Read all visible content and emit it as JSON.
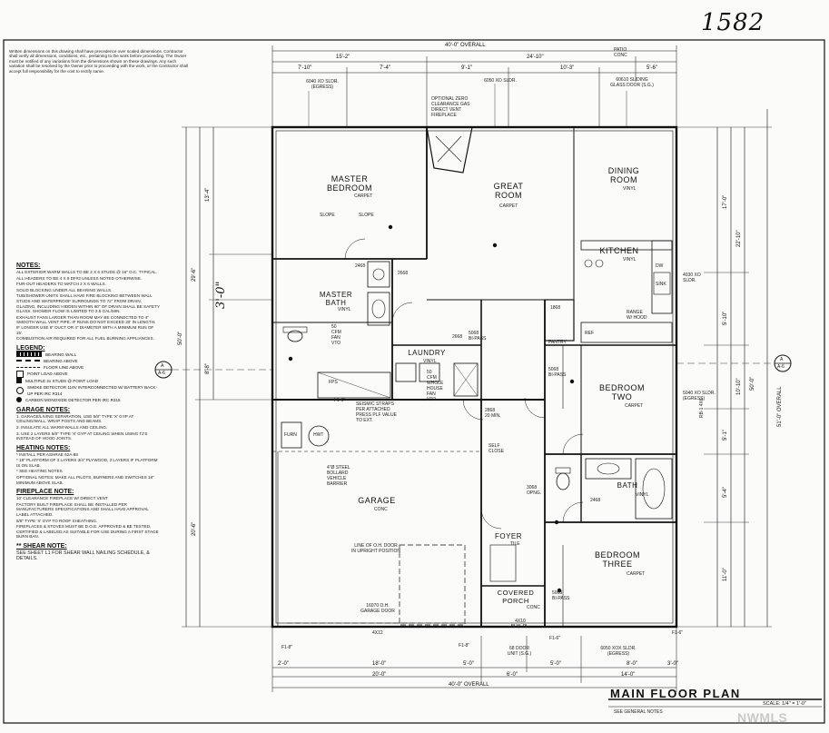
{
  "sheet": {
    "number": "1582",
    "title": "MAIN FLOOR PLAN",
    "subtitle": "SEE GENERAL NOTES",
    "scale": "SCALE: 1/4\" = 1'-0\"",
    "watermark": "NWMLS",
    "disclaimer": "Written dimensions on this drawing shall have precedence over scaled dimensions. Contractor shall verify all dimensions, conditions, etc., pertaining to the work before proceeding. The Owner must be notified of any variations from the dimensions shown on these drawings. Any such variation shall be resolved by the Owner prior to proceeding with the work, or the Contractor shall accept full responsibility for the cost to rectify same."
  },
  "dims_top": {
    "overall": "40'-0\" OVERALL",
    "seg_left": "15'-2\"",
    "seg_right": "24'-10\"",
    "patio": "PATIO",
    "conc": "CONC",
    "row2": [
      "7'-10\"",
      "7'-4\"",
      "9'-1\"",
      "10'-3\"",
      "5'-6\""
    ]
  },
  "dims_bottom": {
    "row1": [
      "2'-0\"",
      "18'-0\"",
      "5'-0\"",
      "5'-0\"",
      "8'-0\"",
      "3'-0\""
    ],
    "row2_left": "20'-0\"",
    "row2_mid": "6'-0\"",
    "row2_right": "14'-0\"",
    "overall": "40'-0\" OVERALL"
  },
  "dims_left": {
    "overall": "50'-0\"",
    "seg_top": "29'-6\"",
    "seg_bottom": "20'-6\"",
    "d1": "13'-4\"",
    "d2": "3'-0\"",
    "d3": "8'-8\""
  },
  "dims_right": {
    "overall": "51'-0\" OVERALL",
    "d50": "50'-0\"",
    "d22": "22'-10\"",
    "d17": "17'-0\"",
    "d5a": "5'-10\"",
    "d10": "10'-10\"",
    "d5b": "5'-1\"",
    "d5c": "5'-4\"",
    "d11": "11'-0\"",
    "rb": "RB-1 4X6"
  },
  "rooms": {
    "master_bedroom": "MASTER\nBEDROOM",
    "great_room": "GREAT\nROOM",
    "dining_room": "DINING\nROOM",
    "kitchen": "KITCHEN",
    "master_bath": "MASTER\nBATH",
    "laundry": "LAUNDRY",
    "bedroom_two": "BEDROOM\nTWO",
    "bath": "BATH",
    "garage": "GARAGE",
    "foyer": "FOYER",
    "covered_porch": "COVERED\nPORCH",
    "bedroom_three": "BEDROOM\nTHREE",
    "pantry": "PANTRY"
  },
  "finishes": {
    "carpet": "CARPET",
    "vinyl": "VINYL",
    "conc": "CONC",
    "tile": "TILE"
  },
  "callouts": {
    "door_6040": "6040 XO SLDR.\n(EGRESS)",
    "door_6050": "6050 XO SLDR.",
    "door_60610": "60610 SLIDING\nGLASS DOOR (S.G.)",
    "fireplace": "OPTIONAL ZERO\nCLEARANCE GAS\nDIRECT VENT\nFIREPLACE",
    "garage_door": "16070 O.H.\nGARAGE DOOR",
    "garage_line": "LINE OF O.H. DOOR\nIN UPRIGHT POSITION",
    "bollard": "4\"Ø STEEL\nBOLLARD\nVEHICLE\nBARRIER",
    "seismic": "SEISMIC STRAPS\nPER ATTACHED\nPRESS PLF VALUE\nTO EXT.",
    "beam_4x12": "4X12",
    "beam_4x10": "4X10\nBLW. PL.",
    "door_68": "68 DOOR\nUNIT (S.G.)",
    "door_6050b": "6050 XOX SLDR.\n(EGRESS)",
    "door_2868": "2868\n20 MIN.",
    "door_4030": "4030 XO\nSLDR.",
    "door_5040": "5040 XO SLDR.\n(EGRESS)",
    "range": "RANGE\nW/ HOOD",
    "fan_vto": "50\nCFM\nFAN\nVTO",
    "fan_whole": "50\nCFM\nWHOLE\nHOUSE\nFAN\nVTO",
    "fps": "FPS",
    "self_close": "SELF\nCLOSE",
    "bypass_a": "5068\nBI-PASS",
    "bypass_b": "5068\nBI-PASS",
    "bypass_c": "3068\nOPNG.",
    "bypass_d": "5068\nBI-PASS",
    "furn": "FURN",
    "hwt": "HWT",
    "f1": "F1-6\"",
    "f1b": "F1-8\"",
    "f1c": "F1-8\"",
    "f1d": "F1-6\"",
    "f1e": "F1-6\"",
    "door_2468": "2468",
    "door_2668": "2668",
    "door_1868": "1868",
    "slope": "SLOPE",
    "dw": "DW",
    "ref": "REF",
    "sink": "SINK"
  },
  "notes": {
    "header": "NOTES:",
    "items": [
      "ALL EXTERIOR WARM WALLS TO BE 2 X 6 STUDS @ 16\" O.C. TYPICAL.",
      "ALL HEADERS TO BE 4 X 8 DF#2 UNLESS NOTED OTHERWISE.",
      "FUR-OUT HEADERS TO MATCH 2 X 6 WALLS.",
      "SOLID BLOCKING UNDER ALL BEARING WALLS.",
      "TUB/SHOWER UNITS SHALL HAVE FIRE BLOCKING BETWEEN WALL STUDS AND WATERPROOF SURROUNDS TO 72\" FROM DRAIN. GLAZING, INCLUDING HIDDEN WITHIN 60\" OF DRAIN SHALL BE SAFETY GLASS. SHOWER FLOW IS LIMITED TO 2.5 GAL/MIN.",
      "EXHAUST FANS LARGER THAN ROOM MAY BE CONNECTED TO 4\" SMOOTH WALL VENT PIPE. IF RUNS DO NOT EXCEED 20' IN LENGTH. IF LONGER USE 6\" DUCT OR 4\" DIAMETER WITH A MINIMUM RUN OF 15'.",
      "COMBUSTION AIR REQUIRED FOR ALL FUEL BURNING APPLIANCES."
    ]
  },
  "legend": {
    "header": "LEGEND:",
    "items": [
      "BEARING WALL",
      "BEARING ABOVE",
      "FLOOR LINE ABOVE",
      "POINT LOAD ABOVE",
      "MULTIPLE 2x STUDS @ POINT LOAD",
      "SMOKE DETECTOR 110V INTERCONNECTED W/ BATTERY BACK-UP PER IRC R314",
      "CARBON MONOXIDE DETECTOR PER IRC R315"
    ]
  },
  "garage_notes": {
    "header": "GARAGE NOTES:",
    "items": [
      "1. GARAGE/LIVING SEPARATION, USE 5/8\" TYPE 'X' GYP AT CEILING/WALL. WRAP POSTS AND BEAMS.",
      "2. INSULATE ALL WARM WALLS AND CEILING.",
      "3. USE 2 LAYERS 5/8\" TYPE 'X' GYP AT CEILING WHEN USING TJ'S INSTEAD OF HOOD JOISTS."
    ]
  },
  "heating_notes": {
    "header": "HEATING NOTES:",
    "items": [
      "* INSTALL PER ASHRAE 62A-88",
      "* 18\" PLATFORM OF 3 LAYERS 3/4\" PLYWOOD, 2 LAYERS IF PLATFORM IS ON SLAB.",
      "* SEE HEATING NOTES",
      "OPTIONAL NOTES: MAKE ALL PILOTS, BURNERS AND SWITCHES 18\" MINIMUM ABOVE SLAB."
    ]
  },
  "fireplace_note": {
    "header": "FIREPLACE NOTE:",
    "items": [
      "10' CLEARANCE FIREPLACE W/ DIRECT VENT",
      "FACTORY BUILT FIREPLACE SHALL BE INSTALLED PER MANUFACTURERS SPECIFICATIONS AND SHALL HAVE APPROVAL LABEL ATTACHED.",
      "5/8\" TYPE 'X' GYP TO ROOF SHEATHING.",
      "FIREPLACES & STOVES MUST BE D.O.E. APPROVED & BE TESTED, CERTIFIED & LABELED AS SUITABLE FOR USE DURING A FIRST STAGE BURN BAN."
    ]
  },
  "shear_note": {
    "header": "** SHEAR NOTE:",
    "text": "SEE SHEET L1 FOR SHEAR WALL NAILING SCHEDULE, & DETAILS."
  },
  "section_marks": {
    "left_top": "A",
    "left_bot": "A-6",
    "right_top": "A",
    "right_bot": "A-6"
  },
  "colors": {
    "ink": "#111111",
    "paper": "#fbfbfa",
    "faint": "#555555"
  }
}
